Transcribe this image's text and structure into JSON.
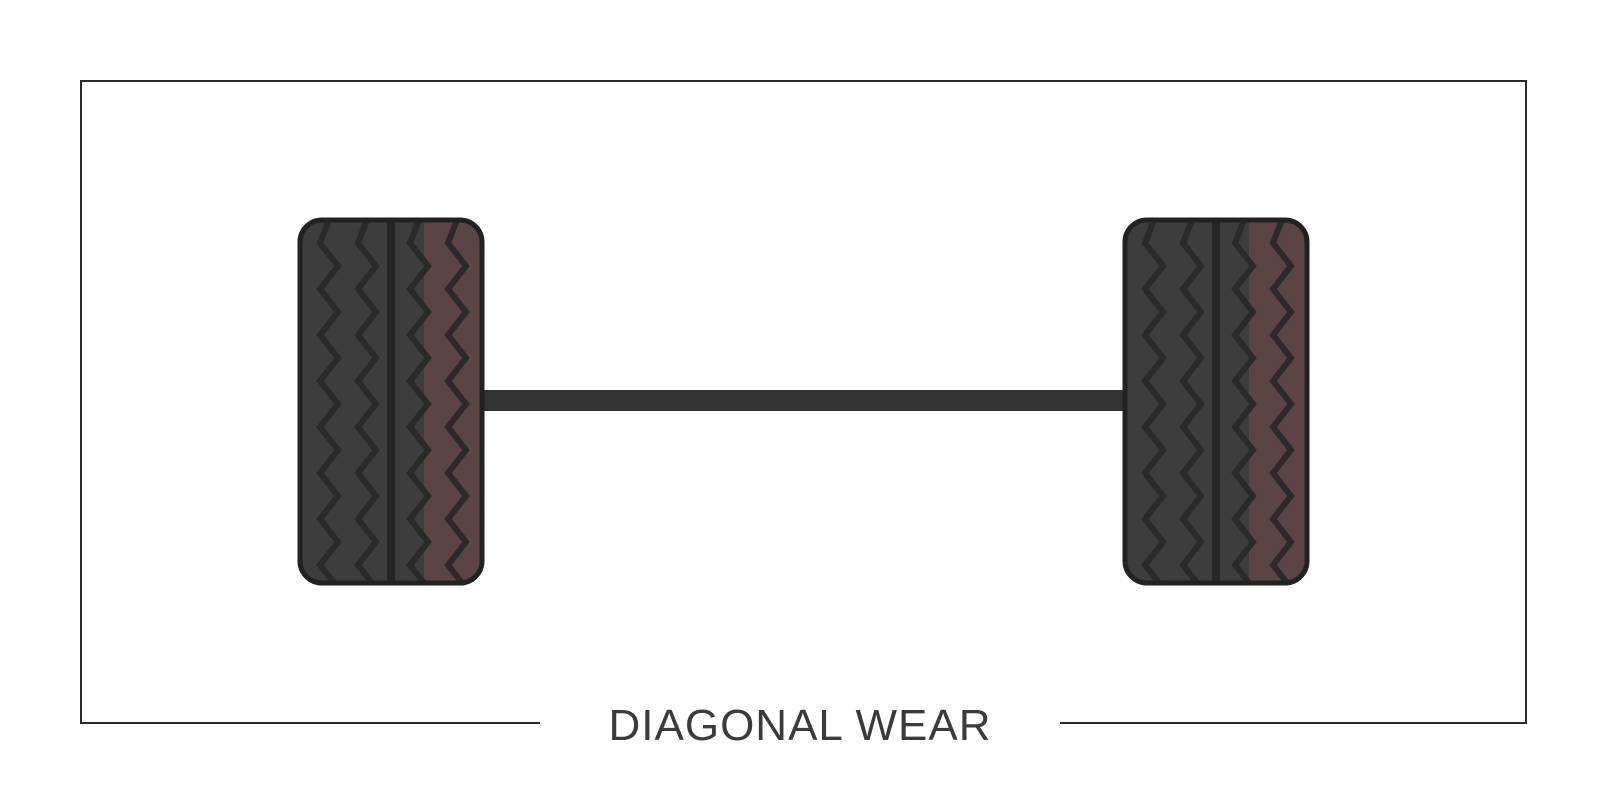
{
  "caption": "DIAGONAL WEAR",
  "colors": {
    "frame": "#2b2b2b",
    "tire_fill": "#3d3d3d",
    "tire_outline": "#222222",
    "tread": "#2a2a2a",
    "worn_band": "#5a4544",
    "axle": "#333333",
    "caption_text": "#3b3b3b"
  },
  "diagram": {
    "tires": [
      {
        "name": "left-tire",
        "worn_side": "outer-right"
      },
      {
        "name": "right-tire",
        "worn_side": "outer-right"
      }
    ],
    "axle": "connects-both-tires"
  }
}
